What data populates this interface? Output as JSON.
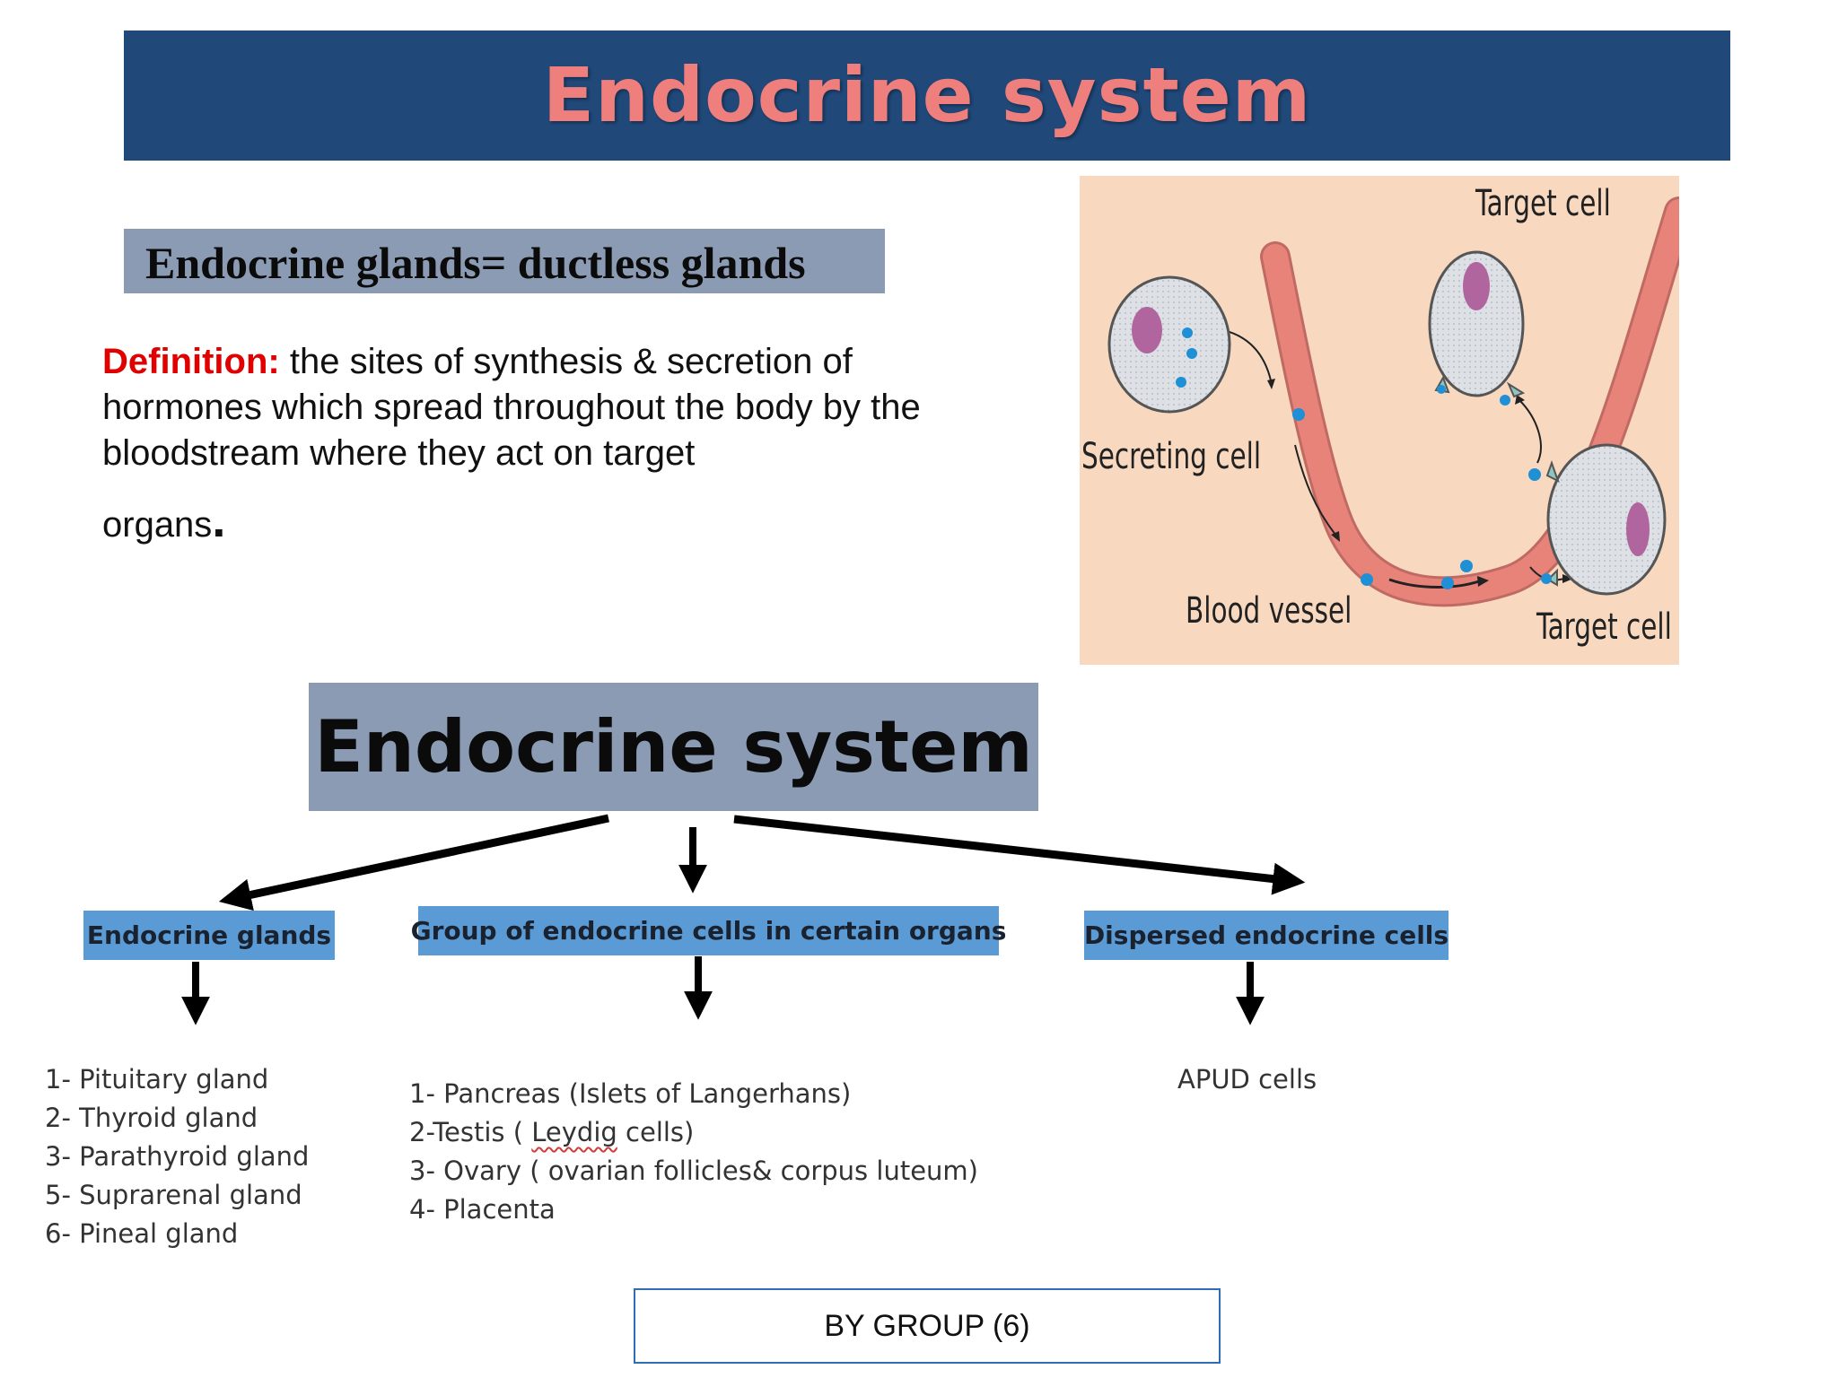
{
  "header": {
    "title": "Endocrine system"
  },
  "subtitle": "Endocrine glands= ductless glands",
  "definition": {
    "label": "Definition:",
    "text": " the sites of synthesis & secretion of hormones which spread throughout the body by the bloodstream where they act on target",
    "last_word": "organs",
    "end": "."
  },
  "diagram": {
    "labels": {
      "secreting_cell": "Secreting cell",
      "blood_vessel": "Blood vessel",
      "target_cell_top": "Target cell",
      "target_cell_bottom": "Target cell"
    },
    "colors": {
      "background": "#f8d9c0",
      "vessel": "#e8837a",
      "cell": "#d9dde2",
      "nucleus": "#b0659e",
      "hormone": "#1f8fd6"
    }
  },
  "chart": {
    "root": "Endocrine system",
    "categories": [
      {
        "label": "Endocrine glands",
        "items": [
          "1- Pituitary gland",
          "2- Thyroid gland",
          "3- Parathyroid gland",
          "5- Suprarenal gland",
          "6- Pineal gland"
        ]
      },
      {
        "label": "Group of endocrine cells in certain organs",
        "items": [
          "1- Pancreas (Islets of Langerhans)",
          "2-Testis ( ",
          "Leydig",
          " cells)",
          "3- Ovary ( ovarian follicles& corpus luteum)",
          "4- Placenta"
        ]
      },
      {
        "label": "Dispersed endocrine cells",
        "items": [
          "APUD cells"
        ]
      }
    ]
  },
  "footer": "BY GROUP (6)",
  "colors": {
    "banner": "#204879",
    "banner_text": "#ef7f7c",
    "grey_box": "#8a9bb3",
    "blue_box": "#5b9bd5",
    "definition_label": "#e00000",
    "footer_border": "#2e6db4"
  }
}
